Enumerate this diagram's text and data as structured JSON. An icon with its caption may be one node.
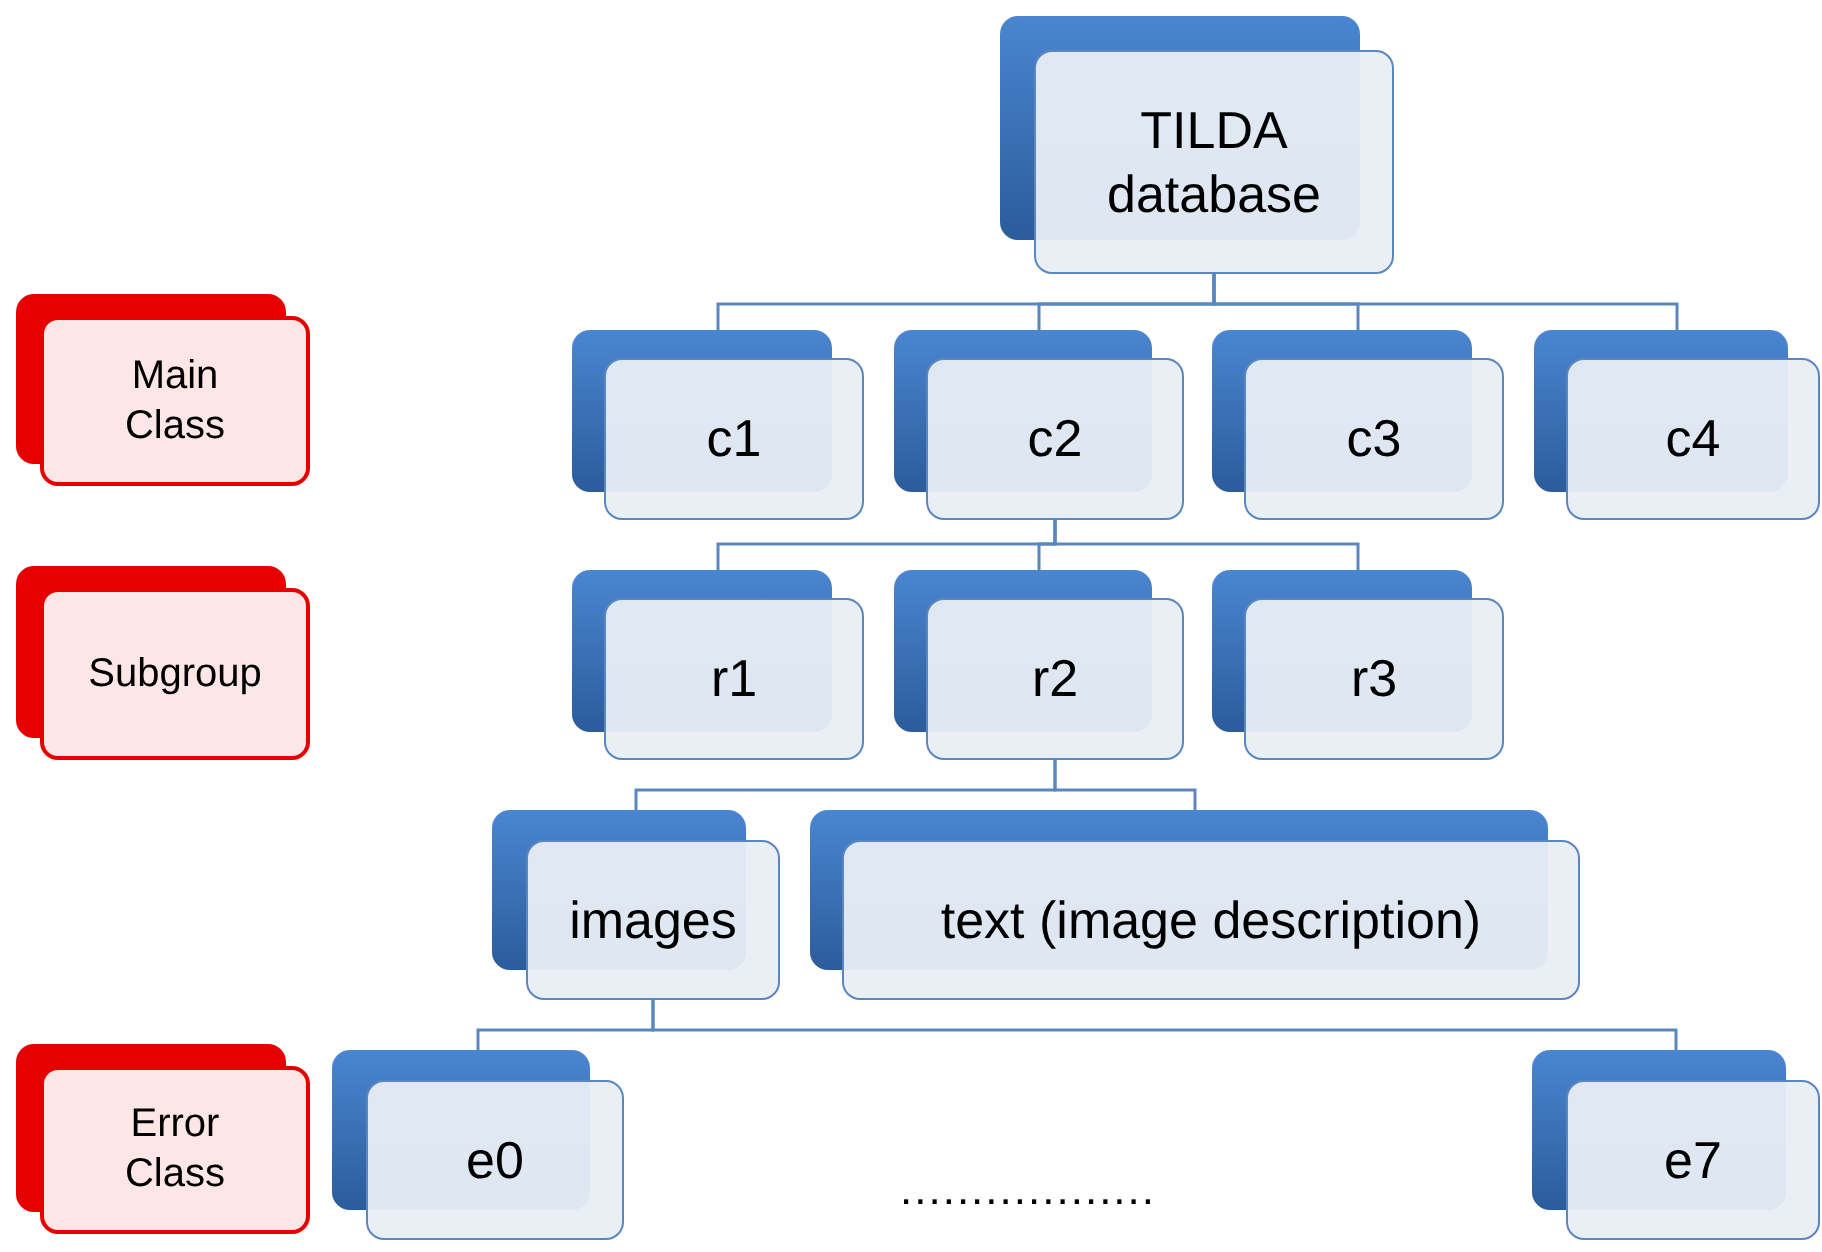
{
  "diagram": {
    "nodes": [
      {
        "text": [
          "TILDA database"
        ]
      },
      {
        "text": [
          "Main Class"
        ]
      },
      {
        "text": [
          "c1"
        ]
      },
      {
        "text": [
          "c2"
        ]
      },
      {
        "text": [
          "c3"
        ]
      },
      {
        "text": [
          "c4"
        ]
      },
      {
        "text": [
          "Subgroup"
        ]
      },
      {
        "text": [
          "r1"
        ]
      },
      {
        "text": [
          "r2"
        ]
      },
      {
        "text": [
          "r3"
        ]
      },
      {
        "text": [
          "images"
        ]
      },
      {
        "text": [
          "text (image description)"
        ]
      },
      {
        "text": [
          "Error Class"
        ]
      },
      {
        "text": [
          "e0"
        ]
      },
      {
        "text": [
          "e7"
        ]
      }
    ],
    "edges": [
      {
        "from": 0,
        "to": 2,
        "arrow": "none"
      },
      {
        "from": 0,
        "to": 3,
        "arrow": "none"
      },
      {
        "from": 0,
        "to": 4,
        "arrow": "none"
      },
      {
        "from": 0,
        "to": 5,
        "arrow": "none"
      },
      {
        "from": 3,
        "to": 7,
        "arrow": "none"
      },
      {
        "from": 3,
        "to": 8,
        "arrow": "none"
      },
      {
        "from": 3,
        "to": 9,
        "arrow": "none"
      },
      {
        "from": 8,
        "to": 10,
        "arrow": "none"
      },
      {
        "from": 8,
        "to": 11,
        "arrow": "none"
      },
      {
        "from": 10,
        "to": 13,
        "arrow": "none"
      },
      {
        "from": 10,
        "to": 14,
        "arrow": "none"
      }
    ],
    "labels": [
      ".................."
    ]
  }
}
